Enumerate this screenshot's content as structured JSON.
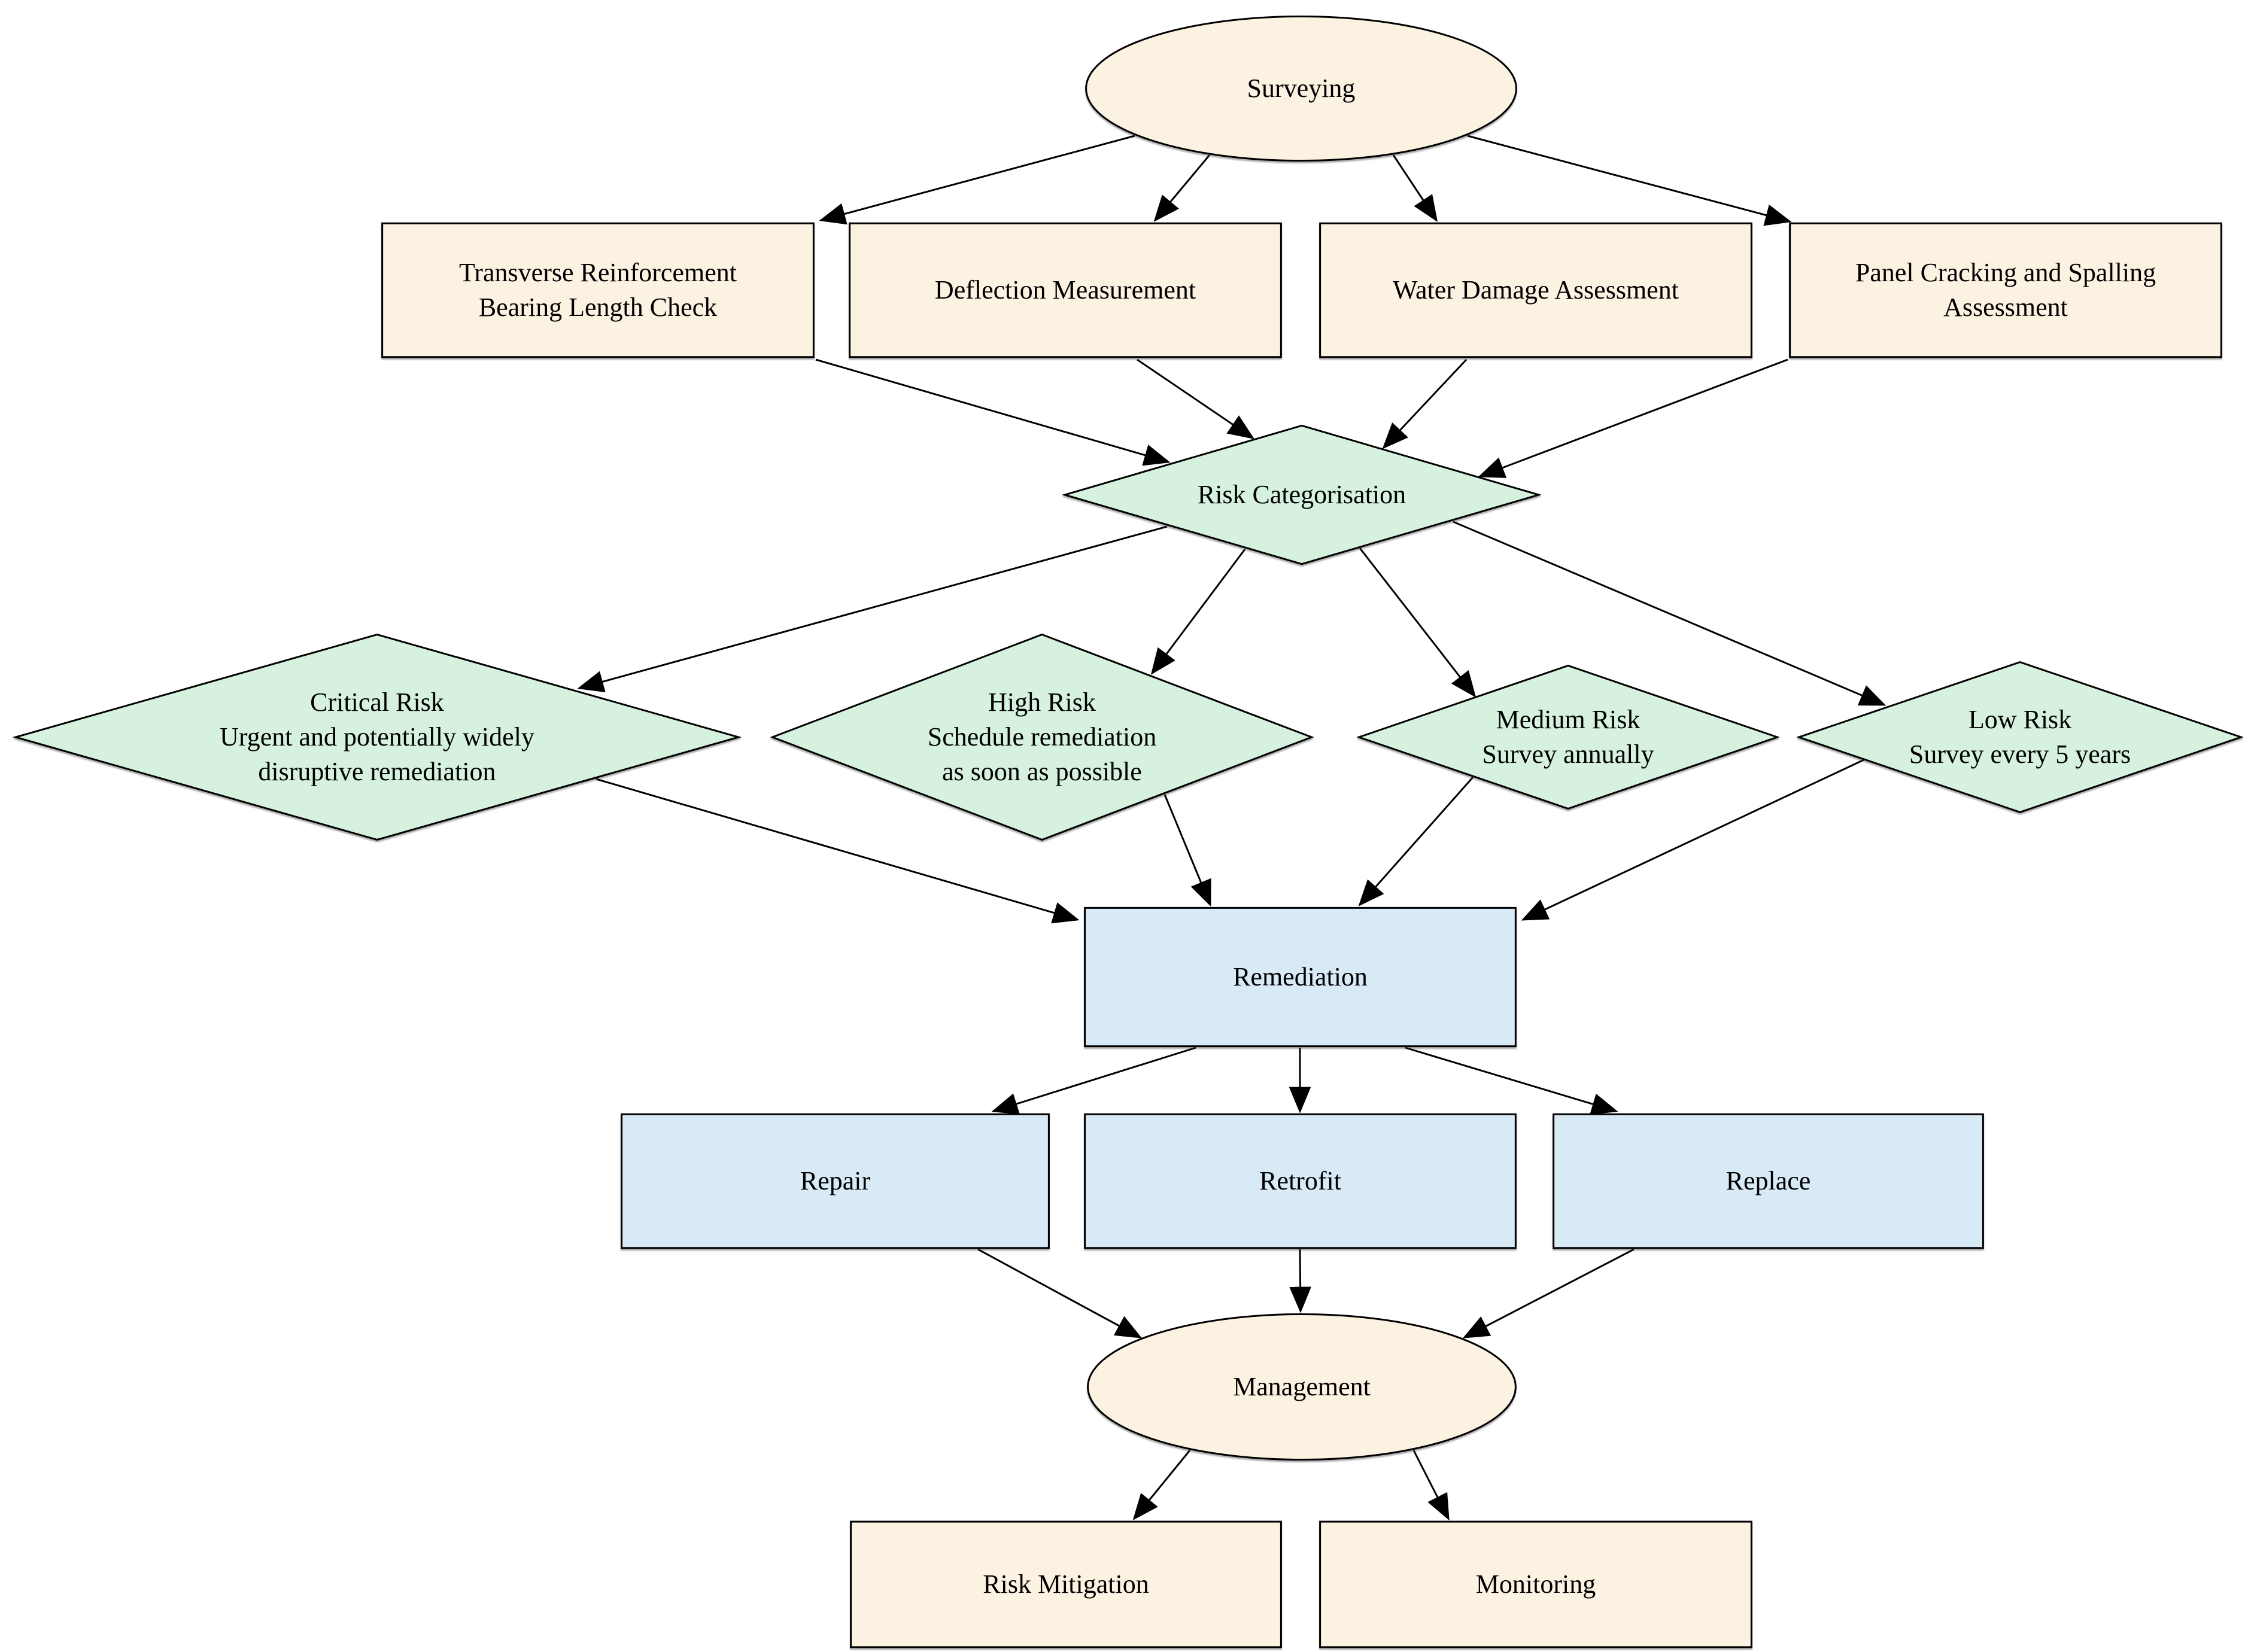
{
  "colors": {
    "terminal_fill": "#FCF2E2",
    "process_fill": "#FCF2E2",
    "decision_fill": "#D6F1DE",
    "action_fill": "#D9EAF7",
    "stroke": "#000000"
  },
  "nodes": {
    "surveying": {
      "shape": "ellipse",
      "lines": [
        "Surveying"
      ]
    },
    "transverse_check": {
      "shape": "rectangle",
      "lines": [
        "Transverse Reinforcement",
        "Bearing Length Check"
      ]
    },
    "deflection": {
      "shape": "rectangle",
      "lines": [
        "Deflection Measurement"
      ]
    },
    "water_damage": {
      "shape": "rectangle",
      "lines": [
        "Water Damage Assessment"
      ]
    },
    "panel_cracking": {
      "shape": "rectangle",
      "lines": [
        "Panel Cracking and Spalling",
        "Assessment"
      ]
    },
    "risk_categorisation": {
      "shape": "diamond",
      "lines": [
        "Risk Categorisation"
      ]
    },
    "critical_risk": {
      "shape": "diamond",
      "lines": [
        "Critical Risk",
        "Urgent and potentially widely",
        "disruptive remediation"
      ]
    },
    "high_risk": {
      "shape": "diamond",
      "lines": [
        "High Risk",
        "Schedule remediation",
        "as soon as possible"
      ]
    },
    "medium_risk": {
      "shape": "diamond",
      "lines": [
        "Medium Risk",
        "Survey annually"
      ]
    },
    "low_risk": {
      "shape": "diamond",
      "lines": [
        "Low Risk",
        "Survey every 5 years"
      ]
    },
    "remediation": {
      "shape": "rectangle",
      "lines": [
        "Remediation"
      ]
    },
    "repair": {
      "shape": "rectangle",
      "lines": [
        "Repair"
      ]
    },
    "retrofit": {
      "shape": "rectangle",
      "lines": [
        "Retrofit"
      ]
    },
    "replace": {
      "shape": "rectangle",
      "lines": [
        "Replace"
      ]
    },
    "management": {
      "shape": "ellipse",
      "lines": [
        "Management"
      ]
    },
    "risk_mitigation": {
      "shape": "rectangle",
      "lines": [
        "Risk Mitigation"
      ]
    },
    "monitoring": {
      "shape": "rectangle",
      "lines": [
        "Monitoring"
      ]
    }
  }
}
